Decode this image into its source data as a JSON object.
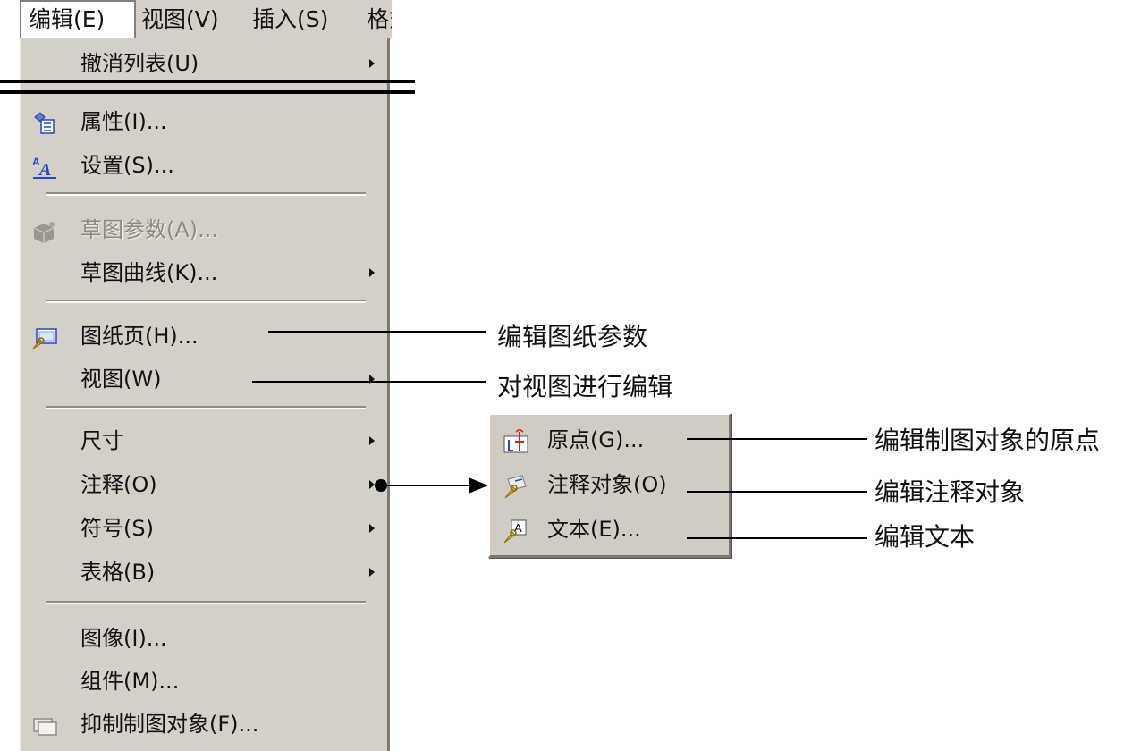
{
  "menubar": {
    "items": [
      "编辑(E)",
      "视图(V)",
      "插入(S)",
      "格式"
    ]
  },
  "menu": {
    "undo_list": "撤消列表(U)",
    "properties": "属性(I)...",
    "settings": "设置(S)...",
    "sketch_params": "草图参数(A)...",
    "sketch_curves": "草图曲线(K)...",
    "sheet": "图纸页(H)...",
    "view": "视图(W)",
    "dimension": "尺寸",
    "annotation": "注释(O)",
    "symbol": "符号(S)",
    "table": "表格(B)",
    "image": "图像(I)...",
    "component": "组件(M)...",
    "suppress": "抑制制图对象(F)..."
  },
  "submenu": {
    "origin": "原点(G)...",
    "annotation_object": "注释对象(O)",
    "text": "文本(E)..."
  },
  "annotations": {
    "edit_sheet_params": "编辑图纸参数",
    "edit_view": "对视图进行编辑",
    "edit_origin": "编辑制图对象的原点",
    "edit_annotation_object": "编辑注释对象",
    "edit_text": "编辑文本"
  },
  "colors": {
    "menu_bg": "#d4d0c8",
    "disabled_text": "#8d8a84",
    "icon_blue": "#1f49c9",
    "icon_red": "#d0201a",
    "icon_yellow": "#e0b020"
  },
  "icons": [
    "properties-icon",
    "text-settings-icon",
    "sketch-params-icon",
    "sheet-icon",
    "origin-icon",
    "annotation-object-icon",
    "text-icon",
    "suppress-icon"
  ]
}
